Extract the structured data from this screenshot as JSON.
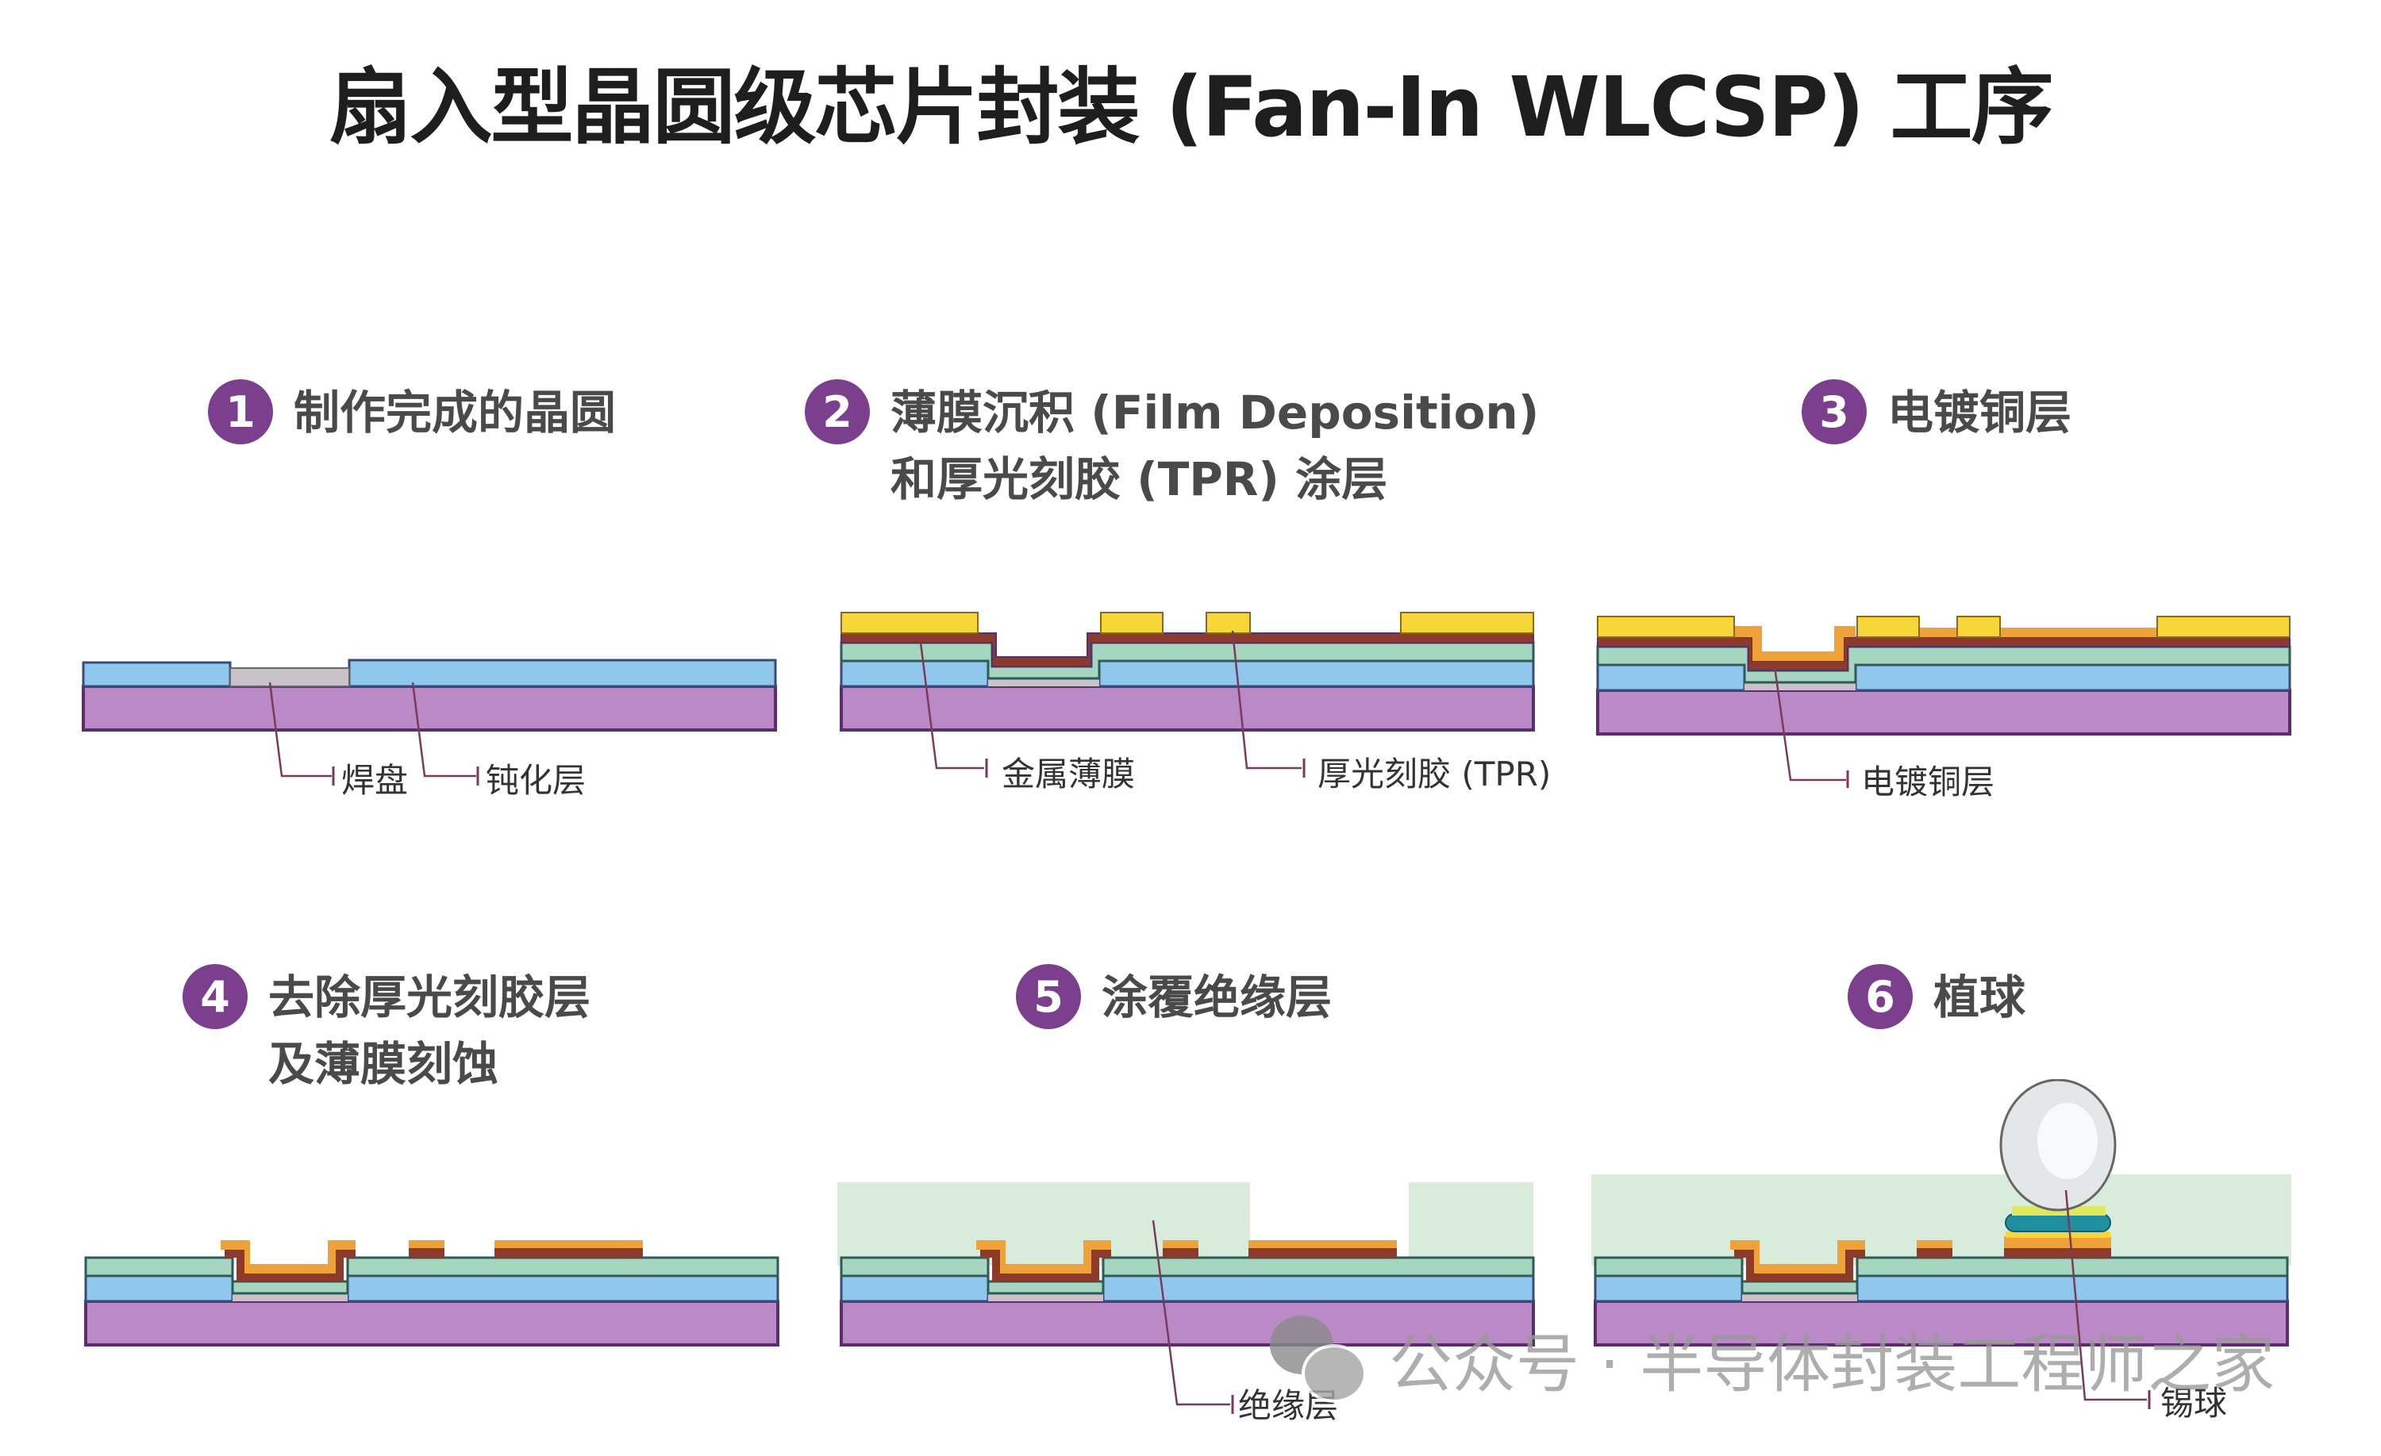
{
  "title": "扇入型晶圆级芯片封装 (Fan-In WLCSP) 工序",
  "colors": {
    "badge": "#7b3f8e",
    "substrate": "#b98ac6",
    "passivation": "#8fc8ec",
    "pad": "#c9b9c4",
    "metal_film": "#8c3a2c",
    "tpr": "#f7d63a",
    "copper": "#f0a23a",
    "insulation": "#d9ecdc",
    "green_layer": "#a7d6c0",
    "solder_ball": "#e4e6e8"
  },
  "steps": [
    {
      "number": "1",
      "title_line1": "制作完成的晶圆",
      "title_line2": "",
      "callouts": [
        "焊盘",
        "钝化层"
      ]
    },
    {
      "number": "2",
      "title_line1": "薄膜沉积 (Film Deposition)",
      "title_line2": "和厚光刻胶 (TPR) 涂层",
      "callouts": [
        "金属薄膜",
        "厚光刻胶 (TPR)"
      ]
    },
    {
      "number": "3",
      "title_line1": "电镀铜层",
      "title_line2": "",
      "callouts": [
        "电镀铜层"
      ]
    },
    {
      "number": "4",
      "title_line1": "去除厚光刻胶层",
      "title_line2": "及薄膜刻蚀",
      "callouts": []
    },
    {
      "number": "5",
      "title_line1": "涂覆绝缘层",
      "title_line2": "",
      "callouts": [
        "绝缘层"
      ]
    },
    {
      "number": "6",
      "title_line1": "植球",
      "title_line2": "",
      "callouts": [
        "锡球"
      ]
    }
  ],
  "watermark": "公众号 · 半导体封装工程师之家"
}
